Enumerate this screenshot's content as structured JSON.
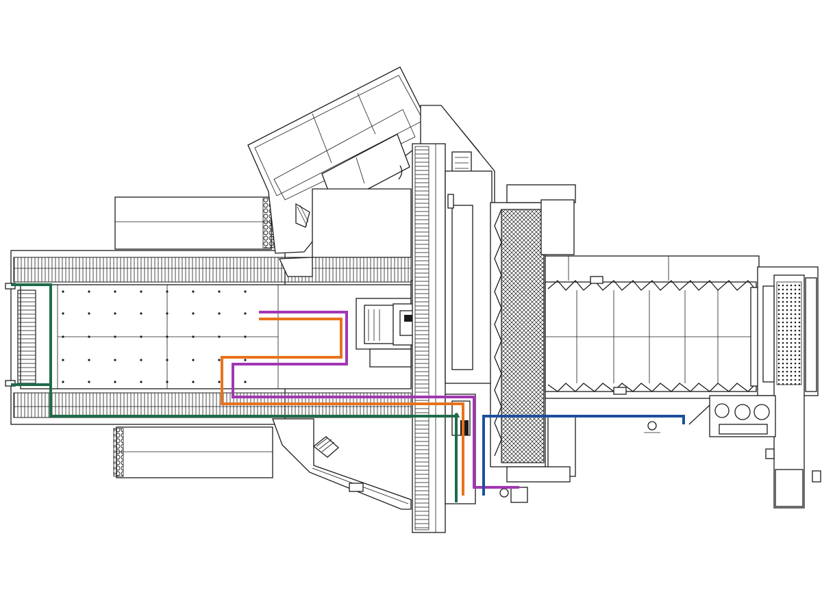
{
  "diagram": {
    "background": "#ffffff",
    "line_color": "#1a1a1a",
    "routes": [
      {
        "id": "route-green",
        "color": "#1e6b4a"
      },
      {
        "id": "route-orange",
        "color": "#e8721c"
      },
      {
        "id": "route-purple",
        "color": "#a236b3"
      },
      {
        "id": "route-blue",
        "color": "#1c4f9c"
      }
    ],
    "hatch": {
      "mesh_pattern": "crosshatch",
      "grate_pattern": "vertical-bars"
    }
  }
}
